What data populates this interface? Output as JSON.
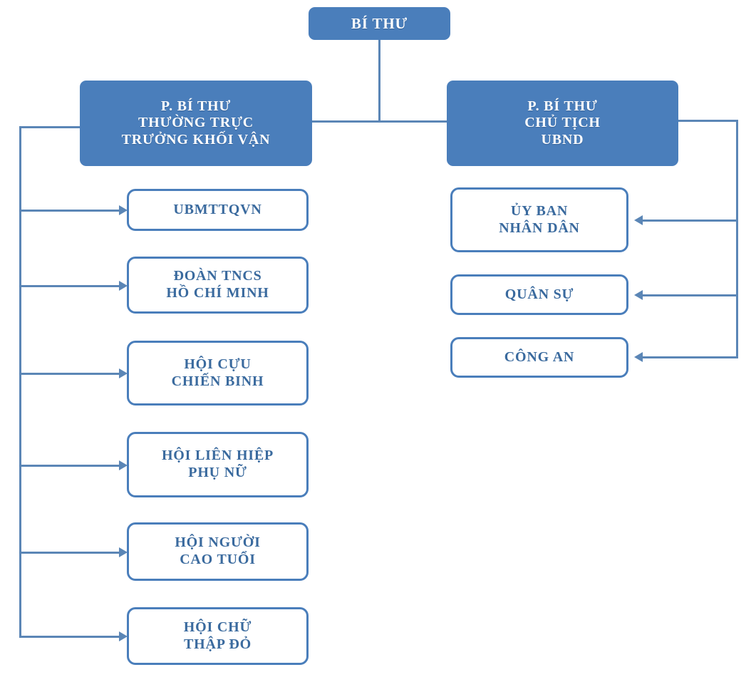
{
  "diagram": {
    "title": "So do to chuc Dang - Chinh quyen",
    "colors": {
      "fill_blue": "#4a7ebb",
      "line_blue": "#5b86b6",
      "outline_text": "#3a6a9e",
      "filled_text": "#ffffff",
      "background": "#ffffff"
    },
    "top": {
      "label": "BÍ THƯ"
    },
    "branches": [
      {
        "id": "left",
        "head": {
          "label": "P. BÍ THƯ\nTHƯỜNG TRỰC\nTRƯỞNG KHỐI VẬN"
        },
        "children": [
          {
            "label": "UBMTTQVN"
          },
          {
            "label": "ĐOÀN TNCS\nHỒ CHÍ MINH"
          },
          {
            "label": "HỘI CỰU\nCHIẾN BINH"
          },
          {
            "label": "HỘI LIÊN HIỆP\nPHỤ NỮ"
          },
          {
            "label": "HỘI NGƯỜI\nCAO TUỔI"
          },
          {
            "label": "HỘI CHỮ\nTHẬP ĐỎ"
          }
        ]
      },
      {
        "id": "right",
        "head": {
          "label": "P. BÍ THƯ\nCHỦ TỊCH\nUBND"
        },
        "children": [
          {
            "label": "ỦY BAN\nNHÂN DÂN"
          },
          {
            "label": "QUÂN SỰ"
          },
          {
            "label": "CÔNG AN"
          }
        ]
      }
    ]
  }
}
